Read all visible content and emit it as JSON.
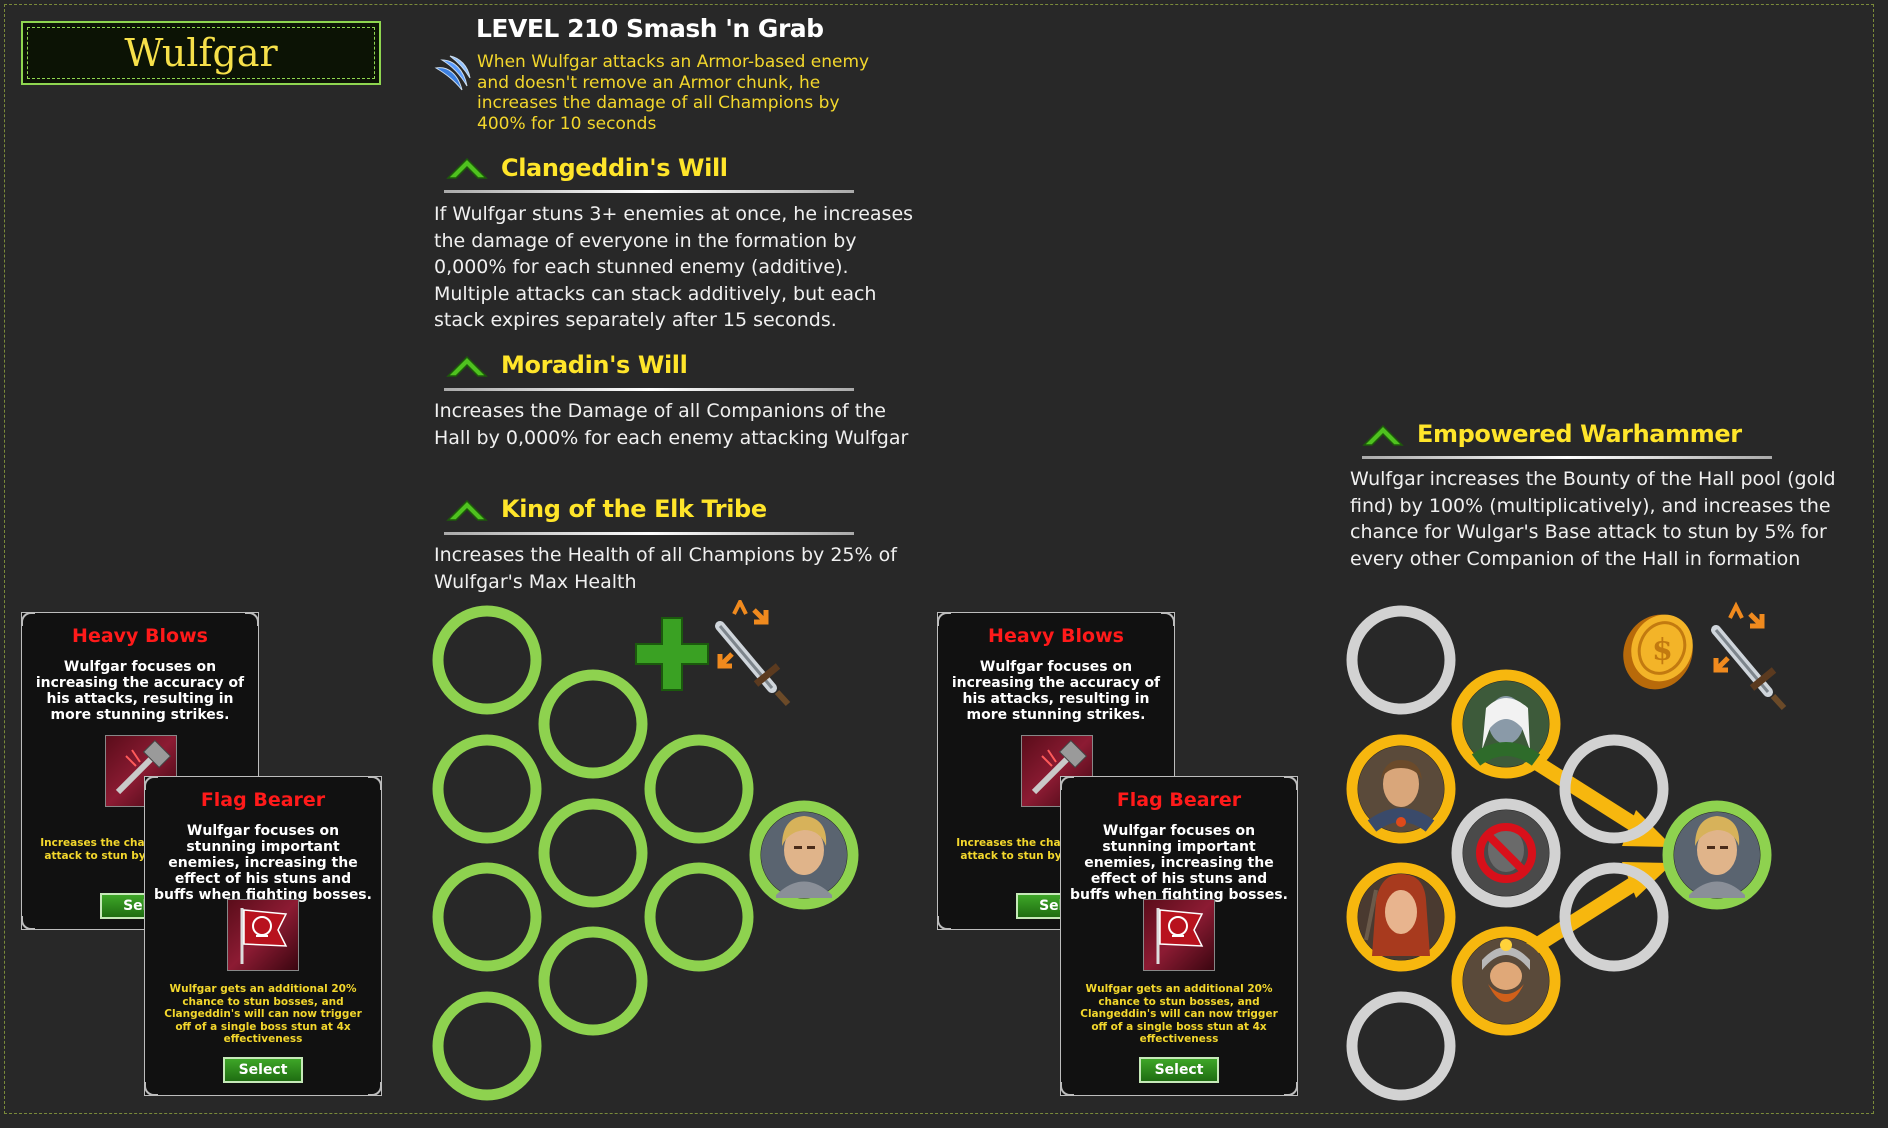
{
  "champion": {
    "name": "Wulfgar"
  },
  "level_ability": {
    "title": "LEVEL 210 Smash 'n Grab",
    "description": "When Wulfgar attacks an Armor-based enemy and doesn't remove an Armor chunk, he increases the damage of all Champions by 400% for 10 seconds",
    "icon": "claw-slash-icon"
  },
  "upgrades": [
    {
      "title": "Clangeddin's Will",
      "description": "If Wulfgar stuns 3+ enemies at once, he increases the damage of everyone in the formation by 0,000% for each stunned enemy (additive). Multiple attacks can stack additively, but each stack expires separately after 15 seconds.",
      "icon": "upgrade-chevron-icon"
    },
    {
      "title": "Moradin's Will",
      "description": "Increases the Damage of all Companions of the Hall by 0,000% for each enemy attacking Wulfgar",
      "icon": "upgrade-chevron-icon"
    },
    {
      "title": "King of the Elk Tribe",
      "description": "Increases the Health of all Champions by 25% of Wulfgar's Max Health",
      "icon": "upgrade-chevron-icon"
    },
    {
      "title": "Empowered Warhammer",
      "description": "Wulfgar increases the Bounty of the Hall pool (gold find) by 100% (multiplicatively), and increases the chance for Wulgar's Base attack to stun by 5% for every other Companion of the Hall in formation",
      "icon": "upgrade-chevron-icon"
    }
  ],
  "specializations": [
    {
      "title": "Heavy Blows",
      "description": "Wulfgar focuses on increasing the accuracy of his attacks, resulting in more stunning strikes.",
      "bonus_fragment": "Increases the char attack to stun by",
      "select_fragment": "Sele",
      "icon": "hammer-strike-icon"
    },
    {
      "title": "Flag Bearer",
      "description": "Wulfgar focuses on stunning important enemies, increasing the effect of his stuns and buffs when fighting bosses.",
      "bonus": "Wulfgar gets an additional 20% chance to stun bosses, and Clangeddin's will can now trigger off of a single boss stun at 4x effectiveness",
      "select_label": "Select",
      "icon": "banner-skull-icon"
    }
  ],
  "formations": [
    {
      "name": "health-formation",
      "effect_icons": [
        "health-cross-icon",
        "sword-buff-icon"
      ]
    },
    {
      "name": "companions-formation",
      "effect_icons": [
        "gold-coin-icon",
        "sword-buff-icon"
      ],
      "companions": [
        "drow-ranger-portrait",
        "human-fighter-portrait",
        "blocked-slot-icon",
        "female-archer-portrait",
        "dwarf-cleric-portrait"
      ]
    }
  ],
  "colors": {
    "background": "#282828",
    "accent_yellow": "#ffe52a",
    "slot_green": "#8ed24f",
    "slot_gold": "#f7b70e",
    "slot_grey": "#d2d2d2",
    "title_red": "#ff1a1a"
  }
}
